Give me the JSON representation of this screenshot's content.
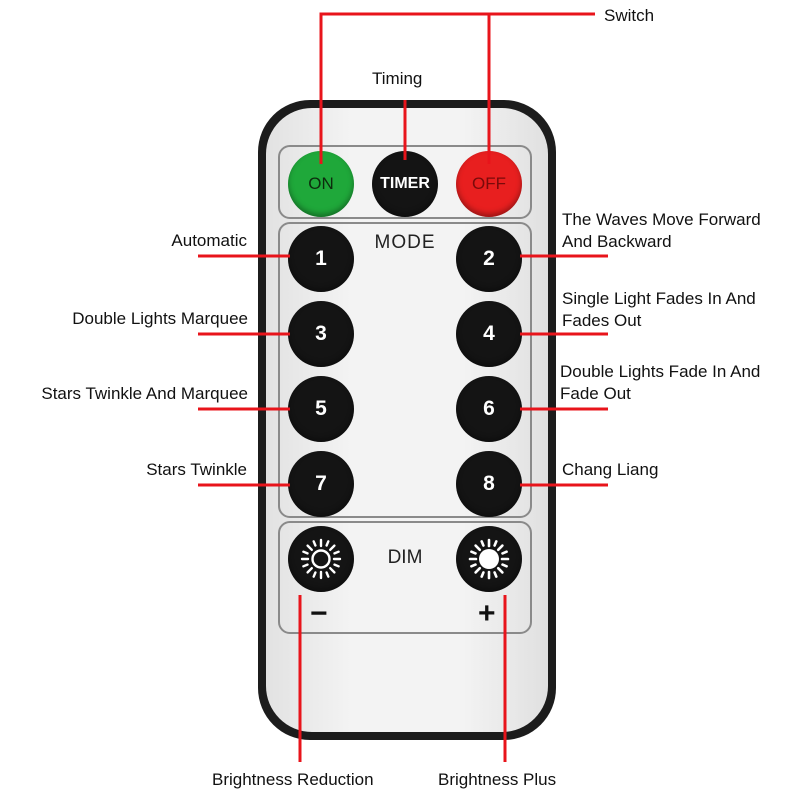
{
  "colors": {
    "callout_line": "#e8141b",
    "on_button": "#1fa83a",
    "off_button": "#e81f1f",
    "button_dark": "#141414",
    "remote_shell": "#1c1c1c"
  },
  "remote": {
    "top_buttons": {
      "on": "ON",
      "timer": "TIMER",
      "off": "OFF"
    },
    "mode_label": "MODE",
    "number_buttons": [
      "1",
      "2",
      "3",
      "4",
      "5",
      "6",
      "7",
      "8"
    ],
    "dim_label": "DIM",
    "minus_sign": "−",
    "plus_sign": "+",
    "dim_icons": [
      "sun-outline-icon",
      "sun-filled-icon"
    ]
  },
  "callouts": {
    "switch": "Switch",
    "timing": "Timing",
    "automatic": "Automatic",
    "waves_line1": "The Waves Move Forward",
    "waves_line2": "And Backward",
    "double_marquee": "Double Lights Marquee",
    "single_fade_line1": "Single Light Fades In And",
    "single_fade_line2": "Fades Out",
    "stars_marquee": "Stars Twinkle And Marquee",
    "double_fade_line1": "Double Lights Fade In And",
    "double_fade_line2": "Fade Out",
    "stars_twinkle": "Stars Twinkle",
    "chang_liang": "Chang Liang",
    "brightness_reduction": "Brightness Reduction",
    "brightness_plus": "Brightness Plus"
  }
}
